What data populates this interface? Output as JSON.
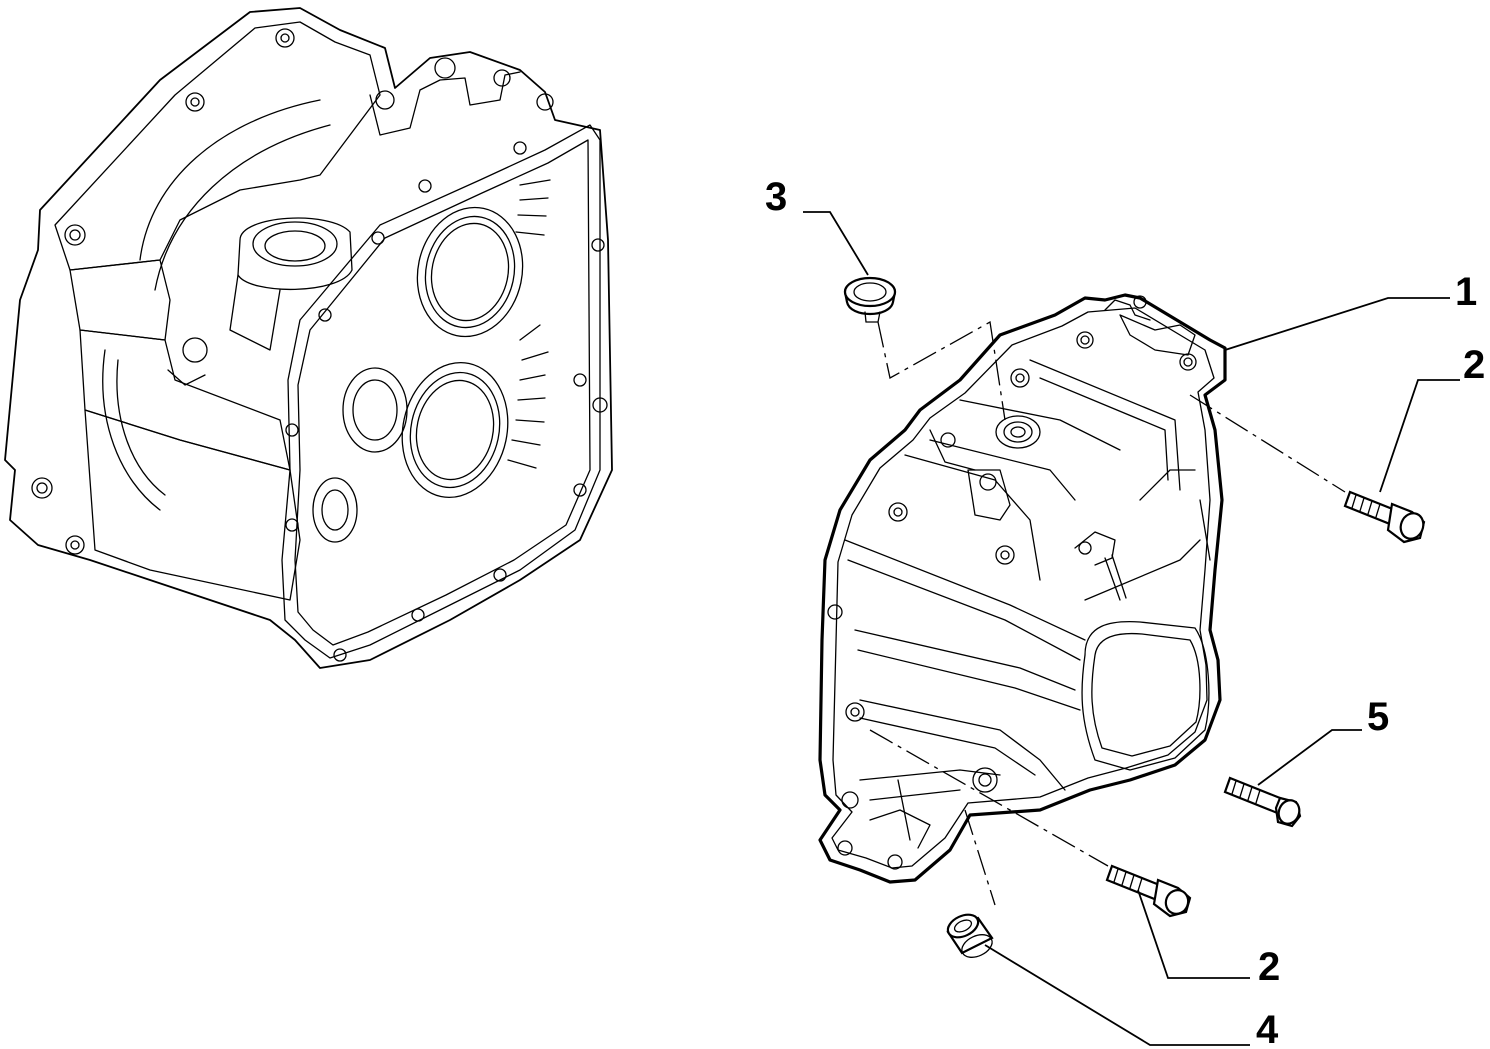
{
  "diagram": {
    "callouts": [
      {
        "id": "1",
        "label": "1"
      },
      {
        "id": "2a",
        "label": "2"
      },
      {
        "id": "3",
        "label": "3"
      },
      {
        "id": "5",
        "label": "5"
      },
      {
        "id": "2b",
        "label": "2"
      },
      {
        "id": "4",
        "label": "4"
      }
    ]
  }
}
